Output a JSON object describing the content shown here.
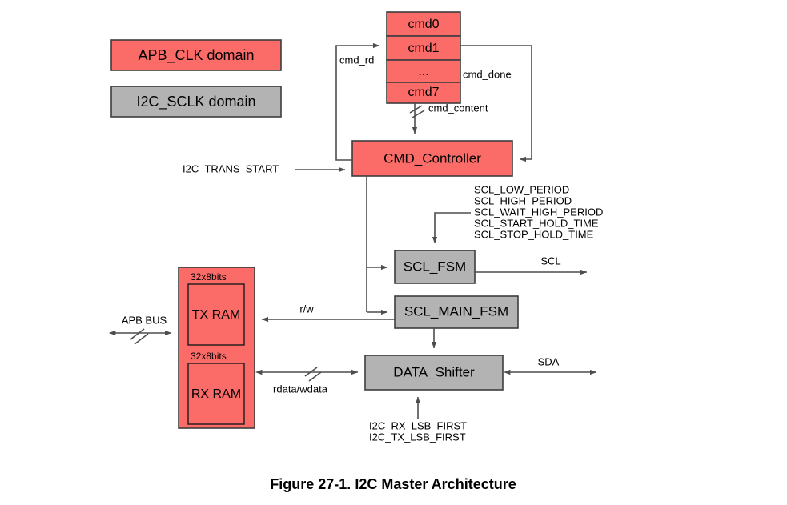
{
  "figure": {
    "caption": "Figure 27-1. I2C Master Architecture"
  },
  "legend": {
    "items": [
      {
        "label": "APB_CLK domain",
        "color": "#fb6b68"
      },
      {
        "label": "I2C_SCLK domain",
        "color": "#b3b3b3"
      }
    ]
  },
  "cmd_stack": {
    "rows": [
      {
        "label": "cmd0"
      },
      {
        "label": "cmd1"
      },
      {
        "label": "..."
      },
      {
        "label": "cmd7"
      }
    ]
  },
  "blocks": {
    "cmd_controller": {
      "label": "CMD_Controller",
      "domain": "APB_CLK"
    },
    "scl_fsm": {
      "label": "SCL_FSM",
      "domain": "I2C_SCLK"
    },
    "scl_main_fsm": {
      "label": "SCL_MAIN_FSM",
      "domain": "I2C_SCLK"
    },
    "data_shifter": {
      "label": "DATA_Shifter",
      "domain": "I2C_SCLK"
    },
    "ram_group": {
      "tx_ram": {
        "label": "TX RAM",
        "size": "32x8bits"
      },
      "rx_ram": {
        "label": "RX RAM",
        "size": "32x8bits"
      }
    }
  },
  "signals": {
    "cmd_rd": "cmd_rd",
    "cmd_done": "cmd_done",
    "cmd_content": "cmd_content",
    "i2c_trans_start": "I2C_TRANS_START",
    "scl": "SCL",
    "sda": "SDA",
    "rw": "r/w",
    "rdata_wdata": "rdata/wdata",
    "apb_bus": "APB BUS"
  },
  "scl_params": [
    "SCL_LOW_PERIOD",
    "SCL_HIGH_PERIOD",
    "SCL_WAIT_HIGH_PERIOD",
    "SCL_START_HOLD_TIME",
    "SCL_STOP_HOLD_TIME"
  ],
  "shifter_params": [
    "I2C_RX_LSB_FIRST",
    "I2C_TX_LSB_FIRST"
  ]
}
